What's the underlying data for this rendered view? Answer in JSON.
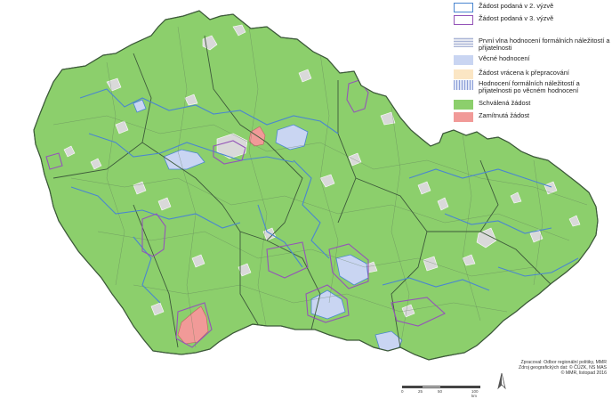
{
  "colors": {
    "approved": "#8ccf6c",
    "rejected": "#f19a98",
    "substantive": "#c9d5f2",
    "returned": "#fbe6c4",
    "first_wave_hatch": "#aab5d6",
    "after_eval_hatch": "#8c9fd8",
    "border_round2": "#4a86d0",
    "border_round3": "#9454b8",
    "unsubmitted": "#d9d9d9",
    "region_border": "#3d5a3a",
    "district_border": "#5e7a5a"
  },
  "legend": {
    "items": [
      {
        "label": "Žádost podaná v 2. výzvě",
        "style": "outline-blue"
      },
      {
        "label": "Žádost podaná v 3. výzvě",
        "style": "outline-purple"
      },
      {
        "label": "První vlna hodnocení formálních náležitostí a přijatelnosti",
        "style": "hatch-grey"
      },
      {
        "label": "Věcné hodnocení",
        "style": "fill-lightblue"
      },
      {
        "label": "Žádost vrácena k přepracování",
        "style": "fill-cream"
      },
      {
        "label": "Hodnocení formálních náležitostí a přijatelnosti po věcném hodnocení",
        "style": "hatch-blue"
      },
      {
        "label": "Schválená žádost",
        "style": "fill-green"
      },
      {
        "label": "Zamítnutá žádost",
        "style": "fill-red"
      }
    ]
  },
  "credits": {
    "line1": "Zpracoval: Odbor regionální politiky, MMR",
    "line2": "Zdroj geografických dat: © ČÚZK, NS MAS",
    "line3": "© MMR, listopad 2016"
  },
  "scalebar": {
    "labels": [
      "0",
      "25",
      "50",
      "100 km"
    ]
  },
  "north_arrow": "north-arrow-icon"
}
